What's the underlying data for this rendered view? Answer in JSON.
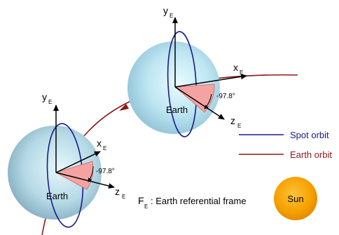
{
  "earth_right": {
    "label": "Earth",
    "axis_y": "y",
    "axis_y_sub": "E",
    "axis_x": "x",
    "axis_x_sub": "E",
    "axis_z": "z",
    "axis_z_sub": "E",
    "angle": "-97.8°"
  },
  "earth_left": {
    "label": "Earth",
    "axis_y": "y",
    "axis_y_sub": "E",
    "axis_x": "x",
    "axis_x_sub": "E",
    "axis_z": "z",
    "axis_z_sub": "E",
    "angle": "-97.8°"
  },
  "legend": {
    "spot_orbit": "Spot orbit",
    "earth_orbit": "Earth orbit"
  },
  "frame_note": {
    "symbol": "F",
    "sub": "E",
    "text": ": Earth referential frame"
  },
  "sun": {
    "label": "Sun"
  },
  "colors": {
    "spot_orbit": "#1a1a8c",
    "earth_orbit": "#8b1a1a",
    "angle_fill": "#f4a3a3",
    "sun": "#f5a000"
  }
}
